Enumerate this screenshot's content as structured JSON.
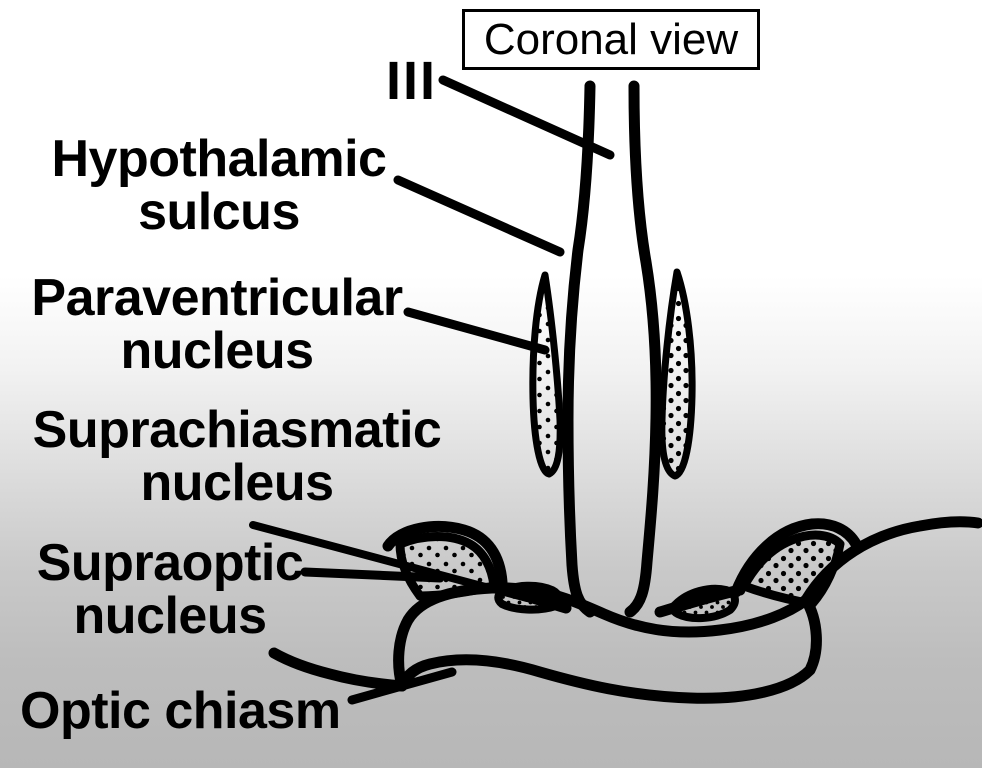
{
  "figure": {
    "title_box": {
      "text": "Coronal view",
      "border_color": "#000000",
      "fill_color": "#ffffff"
    },
    "background": {
      "top_color": "#ffffff",
      "bottom_color": "#b7b7b7",
      "type": "vertical-gradient"
    },
    "ink_color": "#000000",
    "labels": [
      {
        "id": "third-ventricle",
        "text": "III"
      },
      {
        "id": "hypothalamic-sulcus",
        "text": "Hypothalamic\nsulcus"
      },
      {
        "id": "paraventricular-nucleus",
        "text": "Paraventricular\nnucleus"
      },
      {
        "id": "suprachiasmatic-nucleus",
        "text": "Suprachiasmatic\nnucleus"
      },
      {
        "id": "supraoptic-nucleus",
        "text": "Supraoptic\nnucleus"
      },
      {
        "id": "optic-chiasm",
        "text": "Optic chiasm"
      }
    ],
    "structures": [
      {
        "id": "third-ventricle",
        "name": "Third ventricle",
        "shading": "outline"
      },
      {
        "id": "paraventricular-nucleus-left",
        "name": "Paraventricular nucleus (left)",
        "shading": "stippled"
      },
      {
        "id": "paraventricular-nucleus-right",
        "name": "Paraventricular nucleus (right)",
        "shading": "stippled"
      },
      {
        "id": "suprachiasmatic-nucleus-left",
        "name": "Suprachiasmatic nucleus (left)",
        "shading": "stippled"
      },
      {
        "id": "suprachiasmatic-nucleus-right",
        "name": "Suprachiasmatic nucleus (right)",
        "shading": "stippled"
      },
      {
        "id": "supraoptic-nucleus-left",
        "name": "Supraoptic nucleus (left)",
        "shading": "stippled"
      },
      {
        "id": "supraoptic-nucleus-right",
        "name": "Supraoptic nucleus (right)",
        "shading": "stippled"
      },
      {
        "id": "optic-chiasm",
        "name": "Optic chiasm",
        "shading": "outline"
      },
      {
        "id": "optic-nerve-right",
        "name": "Optic nerve / tract (right)",
        "shading": "outline"
      },
      {
        "id": "optic-nerve-left",
        "name": "Optic nerve / tract (left)",
        "shading": "outline"
      }
    ]
  }
}
